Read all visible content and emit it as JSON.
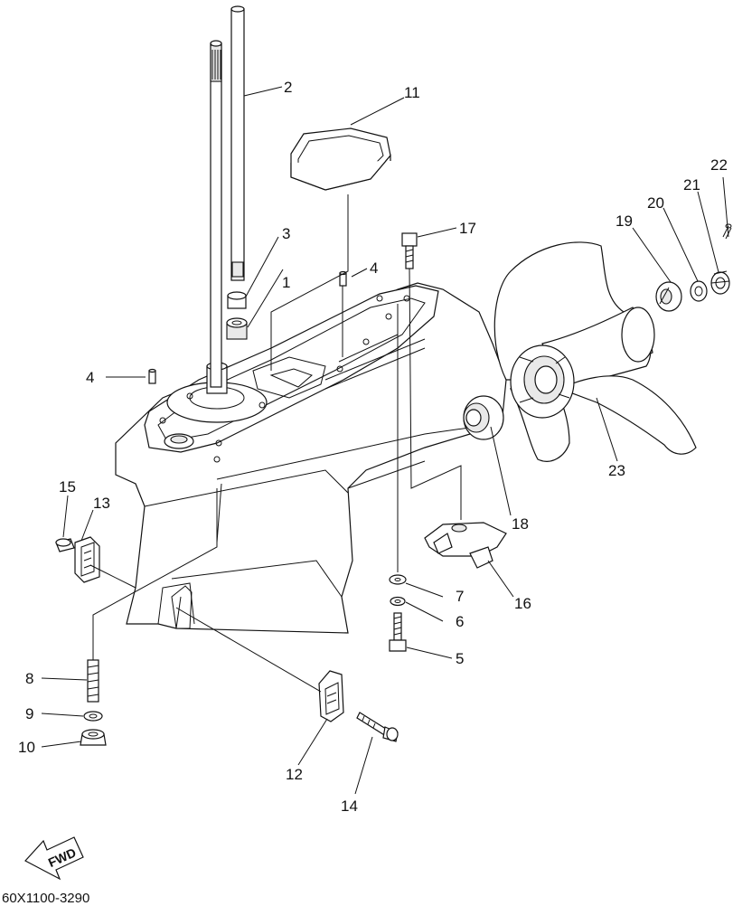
{
  "diagram": {
    "part_numbers": [
      "1",
      "2",
      "3",
      "4",
      "4",
      "5",
      "6",
      "7",
      "8",
      "9",
      "10",
      "11",
      "12",
      "13",
      "14",
      "15",
      "16",
      "17",
      "18",
      "19",
      "20",
      "21",
      "22",
      "23"
    ],
    "direction_label": "FWD",
    "drawing_code": "60X1100-3290"
  }
}
